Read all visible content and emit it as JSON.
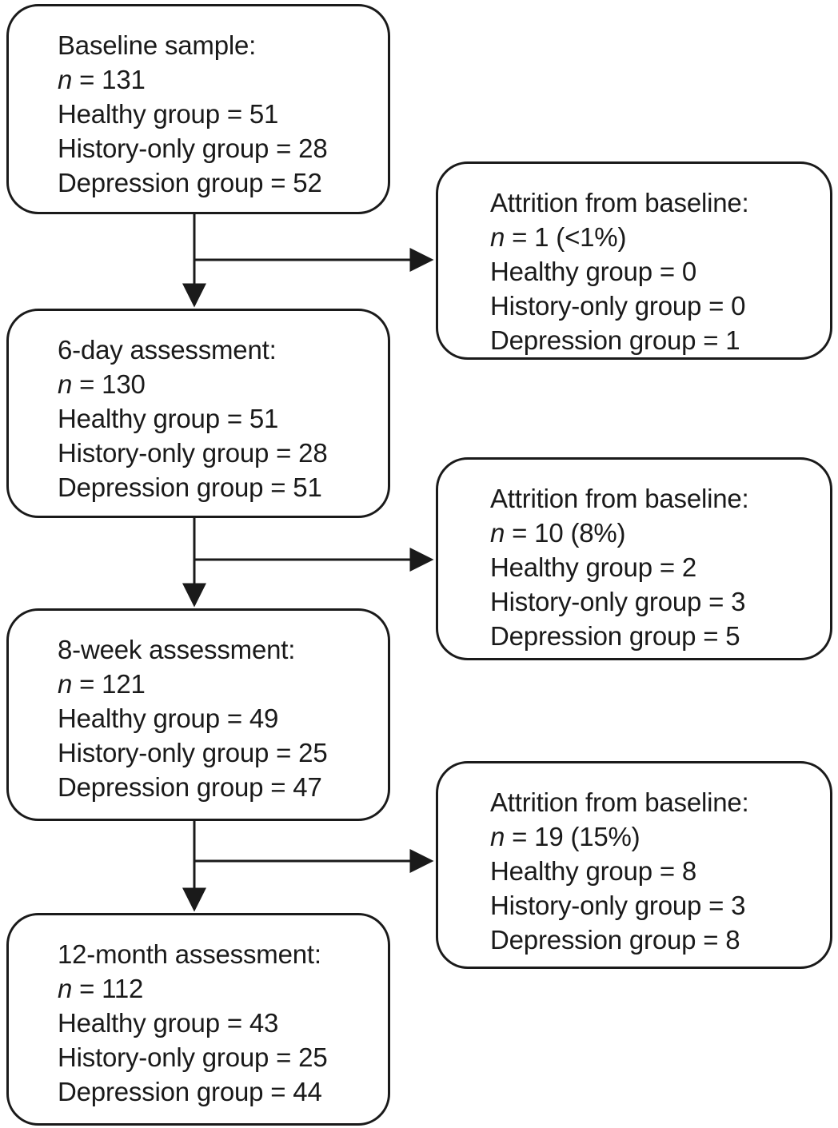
{
  "colors": {
    "line": "#1a1a1a",
    "text": "#1a1a1a",
    "background": "#ffffff"
  },
  "stages": [
    {
      "title": "Baseline sample:",
      "n_var": "n",
      "n_rest": " = 131",
      "groups": [
        "Healthy group = 51",
        "History-only group = 28",
        "Depression group = 52"
      ]
    },
    {
      "title": "6-day assessment:",
      "n_var": "n",
      "n_rest": " = 130",
      "groups": [
        "Healthy group = 51",
        "History-only group = 28",
        "Depression group = 51"
      ]
    },
    {
      "title": "8-week assessment:",
      "n_var": "n",
      "n_rest": " = 121",
      "groups": [
        "Healthy group = 49",
        "History-only group = 25",
        "Depression group = 47"
      ]
    },
    {
      "title": "12-month assessment:",
      "n_var": "n",
      "n_rest": " = 112",
      "groups": [
        "Healthy group = 43",
        "History-only group = 25",
        "Depression group = 44"
      ]
    }
  ],
  "attritions": [
    {
      "title": "Attrition from baseline:",
      "n_var": "n",
      "n_rest": " = 1 (<1%)",
      "groups": [
        "Healthy group = 0",
        "History-only group = 0",
        "Depression group = 1"
      ]
    },
    {
      "title": "Attrition from baseline:",
      "n_var": "n",
      "n_rest": " = 10 (8%)",
      "groups": [
        "Healthy group = 2",
        "History-only group = 3",
        "Depression group = 5"
      ]
    },
    {
      "title": "Attrition from baseline:",
      "n_var": "n",
      "n_rest": " = 19 (15%)",
      "groups": [
        "Healthy group = 8",
        "History-only group = 3",
        "Depression group = 8"
      ]
    }
  ]
}
